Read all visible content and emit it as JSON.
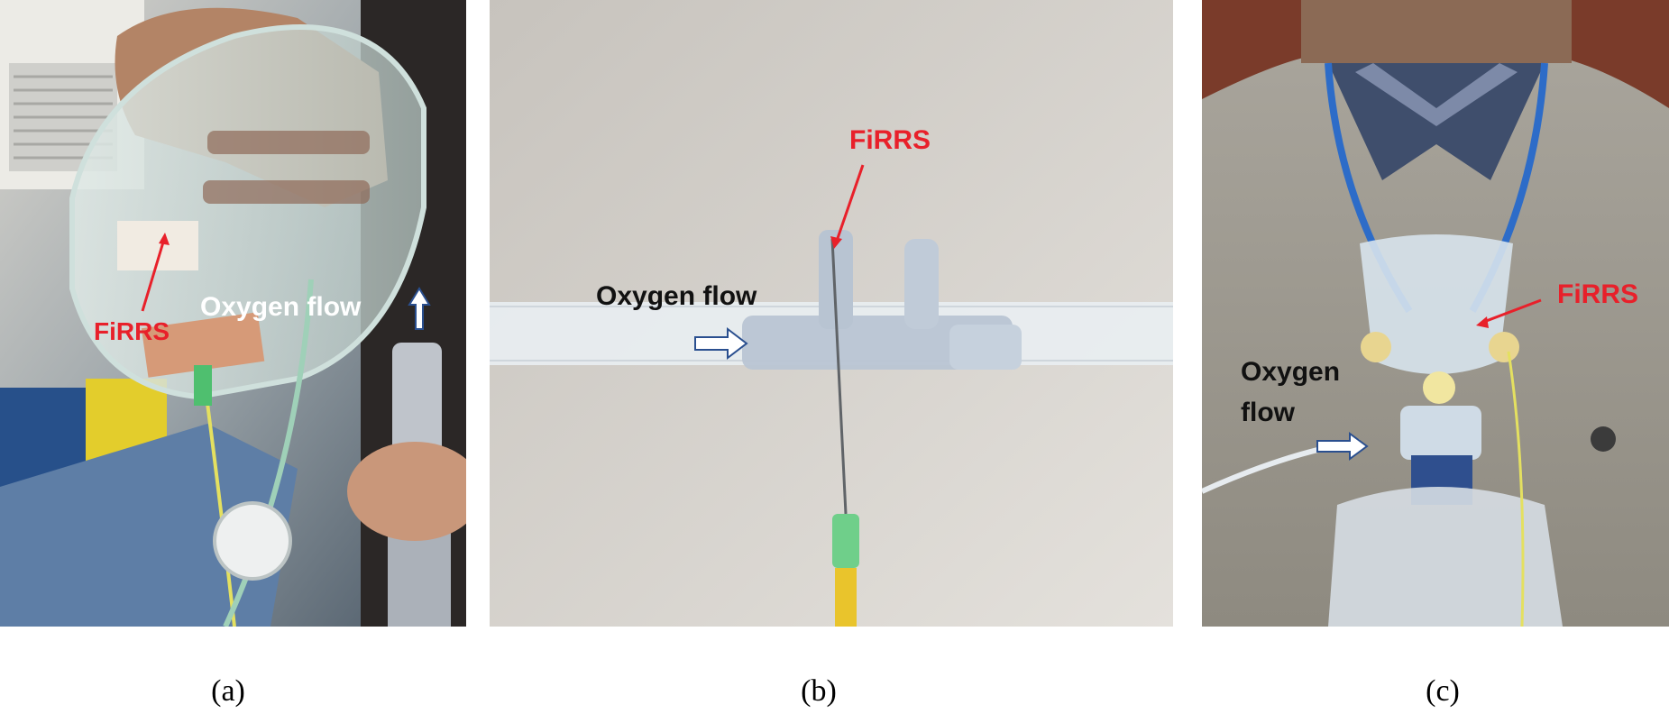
{
  "panels": {
    "a": {
      "caption": "(a)",
      "labels": {
        "firrs": "FiRRS",
        "oxygen": "Oxygen flow"
      }
    },
    "b": {
      "caption": "(b)",
      "labels": {
        "firrs": "FiRRS",
        "oxygen": "Oxygen flow"
      }
    },
    "c": {
      "caption": "(c)",
      "labels": {
        "firrs": "FiRRS",
        "oxygen_line1": "Oxygen",
        "oxygen_line2": "flow"
      }
    }
  },
  "colors": {
    "label_red": "#e8202a",
    "label_black": "#111111",
    "label_white": "#ffffff",
    "arrow_outline": "#2a4f8f"
  }
}
